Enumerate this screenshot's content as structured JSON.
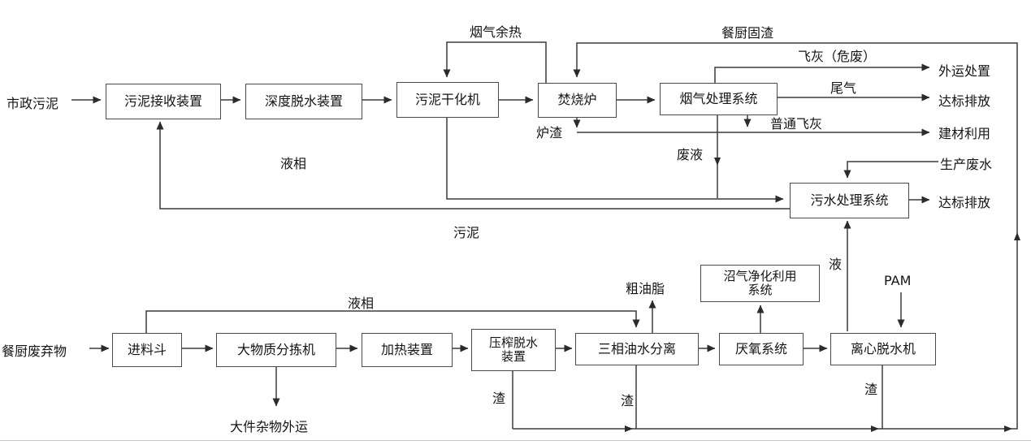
{
  "boxes": {
    "sludge_receiving": "污泥接收装置",
    "deep_dewatering": "深度脱水装置",
    "sludge_dryer": "污泥干化机",
    "incinerator": "焚烧炉",
    "flue_gas_treatment": "烟气处理系统",
    "wastewater_treatment": "污水处理系统",
    "biogas_purification": {
      "line1": "沼气净化利用",
      "line2": "系统"
    },
    "feed_hopper": "进料斗",
    "large_object_sorter": "大物质分拣机",
    "heating_device": "加热装置",
    "press_dewatering": {
      "line1": "压榨脱水",
      "line2": "装置"
    },
    "three_phase_separation": "三相油水分离",
    "anaerobic_system": "厌氧系统",
    "centrifugal_dewatering": "离心脱水机"
  },
  "labels": {
    "municipal_sludge": "市政污泥",
    "liquid_phase_top": "液相",
    "sludge_return": "污泥",
    "flue_gas_waste_heat": "烟气余热",
    "kitchen_solid_residue": "餐厨固渣",
    "fly_ash_hazardous": "飞灰（危废）",
    "offsite_disposal": "外运处置",
    "tail_gas": "尾气",
    "discharge_standard_top": "达标排放",
    "furnace_slag": "炉渣",
    "ordinary_fly_ash": "普通飞灰",
    "building_material_use": "建材利用",
    "waste_liquid": "废液",
    "production_wastewater": "生产废水",
    "discharge_standard_wwtp": "达标排放",
    "liquid": "液",
    "pam": "PAM",
    "crude_grease": "粗油脂",
    "liquid_phase_bottom": "液相",
    "kitchen_waste": "餐厨废弃物",
    "residue_press": "渣",
    "residue_separation": "渣",
    "residue_centrifuge": "渣",
    "bulky_waste_outbound": "大件杂物外运"
  },
  "colors": {
    "line": "#3c3c3c",
    "box_border": "#4a4a4a",
    "text": "#141414"
  }
}
